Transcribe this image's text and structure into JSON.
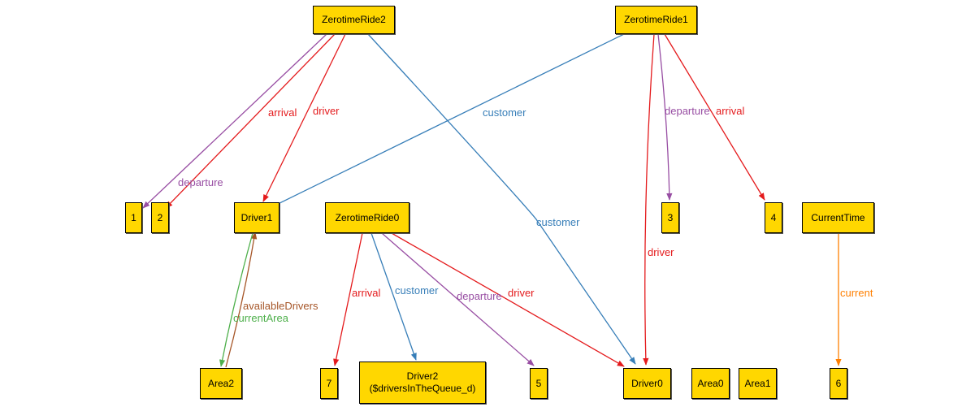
{
  "colors": {
    "node_fill": "#FFD700",
    "red": "#E41A1C",
    "blue": "#377EB8",
    "purple": "#984EA3",
    "green": "#4DAF4A",
    "brown": "#A65628",
    "orange": "#FF7F00"
  },
  "nodes": {
    "zr2": "ZerotimeRide2",
    "zr1": "ZerotimeRide1",
    "zr0": "ZerotimeRide0",
    "n1": "1",
    "n2": "2",
    "driver1": "Driver1",
    "n3": "3",
    "n4": "4",
    "currenttime": "CurrentTime",
    "area2": "Area2",
    "n7": "7",
    "driver2_line1": "Driver2",
    "driver2_line2": "($driversInTheQueue_d)",
    "n5": "5",
    "driver0": "Driver0",
    "area0": "Area0",
    "area1": "Area1",
    "n6": "6"
  },
  "edges": {
    "zr2_departure": "departure",
    "zr2_arrival": "arrival",
    "zr2_driver": "driver",
    "zr2_customer": "customer",
    "zr1_customer": "customer",
    "zr1_departure": "departure",
    "zr1_arrival": "arrival",
    "zr1_driver": "driver",
    "zr0_arrival": "arrival",
    "zr0_customer": "customer",
    "zr0_departure": "departure",
    "zr0_driver": "driver",
    "area2_available": "availableDrivers",
    "driver1_current": "currentArea",
    "ct_current": "current"
  }
}
